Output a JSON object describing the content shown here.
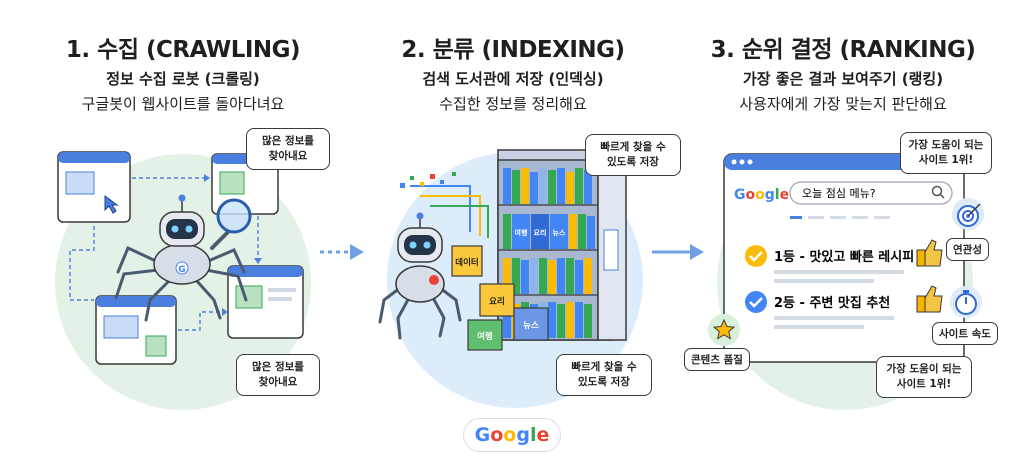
{
  "columns": [
    {
      "title": "1. 수집 (CRAWLING)",
      "subtitle": "정보 수집 로봇 (크롤링)",
      "description": "구글봇이 웹사이트를 돌아다녀요",
      "bubble_top": [
        "많은 정보를",
        "찾아내요"
      ],
      "bubble_bottom": [
        "많은 정보를",
        "찾아내요"
      ]
    },
    {
      "title": "2. 분류 (INDEXING)",
      "subtitle": "검색 도서관에 저장 (인덱싱)",
      "description": "수집한 정보를 정리해요",
      "bubble_top": [
        "빠르게 찾을 수",
        "있도록 저장"
      ],
      "bubble_bottom": [
        "빠르게 찾을 수",
        "있도록 저장"
      ],
      "box_labels": [
        "데이터",
        "요리",
        "여행",
        "뉴스"
      ],
      "book_labels": [
        "여행",
        "요리",
        "뉴스"
      ]
    },
    {
      "title": "3. 순위 결정 (RANKING)",
      "subtitle": "가장 좋은 결과 보여주기 (랭킹)",
      "description": "사용자에게 가장 맞는지 판단해요",
      "bubble_top": [
        "가장 도움이 되는",
        "사이트 1위!"
      ],
      "bubble_bottom": [
        "가장 도움이 되는",
        "사이트 1위!"
      ],
      "search_query": "오늘 점심 메뉴?",
      "results": [
        "1등 - 맛있고 빠른 레시피",
        "2등 - 주변 맛집 추천"
      ],
      "factors": [
        "연관성",
        "사이트 속도",
        "콘텐츠 품질"
      ]
    }
  ],
  "logo_text": "Google",
  "icons": [
    "magnifier-icon",
    "cursor-icon",
    "robot-icon",
    "bookshelf-icon",
    "thumbs-up-icon",
    "target-icon",
    "stopwatch-icon",
    "star-icon",
    "check-badge-icon",
    "search-icon"
  ],
  "colors": {
    "blue": "#4285f4",
    "red": "#ea4335",
    "yellow": "#fbbc05",
    "green": "#34a853",
    "arrow": "#6fa0e6"
  }
}
